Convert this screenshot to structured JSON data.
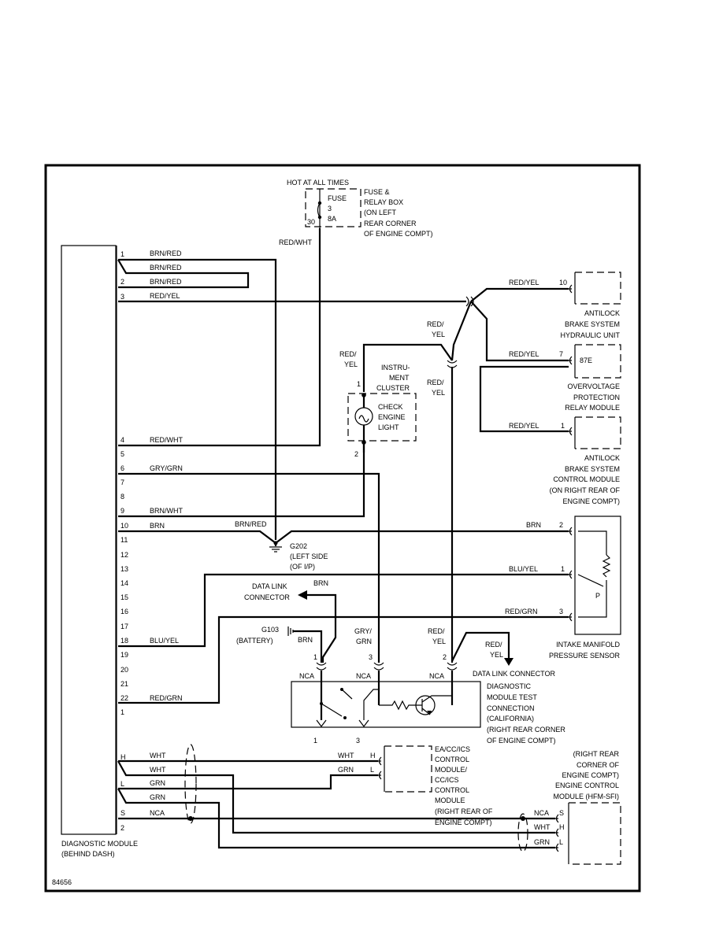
{
  "figure_id": "84656",
  "fuse_box": {
    "hot_label": "HOT AT ALL TIMES",
    "fuse": "FUSE",
    "fuse_number": "3",
    "amps": "8A",
    "terminal": "30",
    "desc": [
      "FUSE &",
      "RELAY BOX",
      "(ON LEFT",
      "REAR CORNER",
      "OF ENGINE COMPT)"
    ],
    "wire": "RED/WHT"
  },
  "diag_module": {
    "label": [
      "DIAGNOSTIC MODULE",
      "(BEHIND DASH)"
    ],
    "pins_upper": [
      "1",
      "2",
      "3",
      "4",
      "5",
      "6",
      "7",
      "8",
      "9",
      "10",
      "11",
      "12",
      "13",
      "14",
      "15",
      "16",
      "17",
      "18",
      "19",
      "20",
      "21",
      "22",
      "1"
    ],
    "pins_lower": [
      "H",
      "L",
      "S",
      "2"
    ]
  },
  "wires": {
    "p1": "BRN/RED",
    "p1b": "BRN/RED",
    "p2": "BRN/RED",
    "p3": "RED/YEL",
    "p4": "RED/WHT",
    "p6": "GRY/GRN",
    "p9": "BRN/WHT",
    "p10": "BRN",
    "p18": "BLU/YEL",
    "p22": "RED/GRN",
    "h1": "WHT",
    "h2": "WHT",
    "l1": "GRN",
    "l2": "GRN",
    "s": "NCA"
  },
  "abs_hydraulic": {
    "wire": "RED/YEL",
    "pin": "10",
    "label": [
      "ANTILOCK",
      "BRAKE SYSTEM",
      "HYDRAULIC UNIT"
    ]
  },
  "overvoltage_relay": {
    "wire": "RED/YEL",
    "pin": "7",
    "box_text": "87E",
    "label": [
      "OVERVOLTAGE",
      "PROTECTION",
      "RELAY MODULE"
    ]
  },
  "abs_control": {
    "wire": "RED/YEL",
    "pin": "1",
    "label": [
      "ANTILOCK",
      "BRAKE SYSTEM",
      "CONTROL MODULE",
      "(ON RIGHT REAR OF",
      "ENGINE COMPT)"
    ]
  },
  "red_yel_drops": [
    "RED/",
    "YEL"
  ],
  "instrument_cluster": {
    "label": [
      "INSTRU-",
      "MENT",
      "CLUSTER"
    ],
    "lamp": [
      "CHECK",
      "ENGINE",
      "LIGHT"
    ],
    "pin_top": "1",
    "pin_bottom": "2",
    "wire": [
      "RED/",
      "YEL"
    ]
  },
  "ground_g202": {
    "id": "G202",
    "wire": "BRN/RED",
    "desc": [
      "(LEFT SIDE",
      "(OF I/P)"
    ]
  },
  "ground_g103": {
    "id": "G103",
    "desc": "(BATTERY)"
  },
  "imp_sensor": {
    "pins": [
      "2",
      "1",
      "3"
    ],
    "wires": [
      "BRN",
      "BLU/YEL",
      "RED/GRN"
    ],
    "p_mark": "P",
    "label": [
      "INTAKE MANIFOLD",
      "PRESSURE SENSOR"
    ]
  },
  "data_link": {
    "label_left": [
      "DATA LINK",
      "CONNECTOR"
    ],
    "label_left_wire": "BRN",
    "label_bottom": "DATA LINK CONNECTOR",
    "wire": [
      "RED/",
      "YEL"
    ]
  },
  "test_connection": {
    "pins": [
      "1",
      "3",
      "2"
    ],
    "nca": [
      "NCA",
      "NCA",
      "NCA"
    ],
    "bottom_pins": [
      "1",
      "3"
    ],
    "wire_1": "BRN",
    "wire_3": [
      "GRY/",
      "GRN"
    ],
    "wire_2": [
      "RED/",
      "YEL"
    ],
    "label": [
      "DIAGNOSTIC",
      "MODULE TEST",
      "CONNECTION",
      "(CALIFORNIA)",
      "(RIGHT REAR CORNER",
      "OF ENGINE COMPT)"
    ]
  },
  "ea_module": {
    "pins": [
      "H",
      "L"
    ],
    "wires": [
      "WHT",
      "GRN"
    ],
    "label": [
      "EA/CC/ICS",
      "CONTROL",
      "MODULE/",
      "CC/ICS",
      "CONTROL",
      "MODULE",
      "(RIGHT REAR OF",
      "ENGINE COMPT)"
    ]
  },
  "ecm": {
    "pins": [
      "S",
      "H",
      "L"
    ],
    "wires": [
      "NCA",
      "WHT",
      "GRN"
    ],
    "label": [
      "(RIGHT REAR",
      "CORNER OF",
      "ENGINE COMPT)",
      "ENGINE CONTROL",
      "MODULE (HFM-SFI)"
    ]
  }
}
